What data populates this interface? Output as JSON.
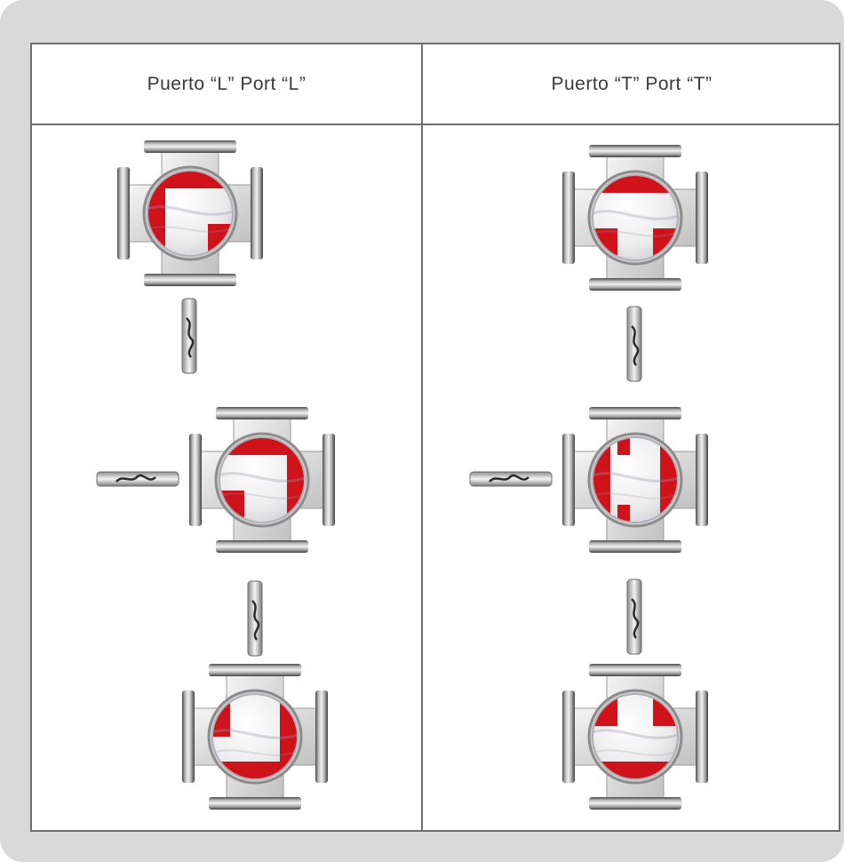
{
  "columns": [
    {
      "header": "Puerto “L”  Port  “L”",
      "port_type": "L"
    },
    {
      "header": "Puerto “T”  Port  “T”",
      "port_type": "T"
    }
  ],
  "colors": {
    "frame": "#d9d9d9",
    "grid_lines": "#6e6e6e",
    "port_red": "#d0121b",
    "ball_white": "#f2f2f2",
    "metal_light": "#e6e6e6",
    "metal_dark": "#5a5a5a"
  },
  "valves": [
    {
      "name": "valve-L-1",
      "port": "L",
      "step": 1,
      "handle": "vertical"
    },
    {
      "name": "valve-L-2",
      "port": "L",
      "step": 2,
      "handle": "horizontal-left"
    },
    {
      "name": "valve-L-3",
      "port": "L",
      "step": 3,
      "handle": "vertical"
    },
    {
      "name": "valve-T-1",
      "port": "T",
      "step": 1,
      "handle": "vertical"
    },
    {
      "name": "valve-T-2",
      "port": "T",
      "step": 2,
      "handle": "horizontal-left"
    },
    {
      "name": "valve-T-3",
      "port": "T",
      "step": 3,
      "handle": "vertical"
    }
  ],
  "icons": {
    "valve_body": "four-way-flanged-valve-icon",
    "handle": "valve-handle-icon"
  }
}
